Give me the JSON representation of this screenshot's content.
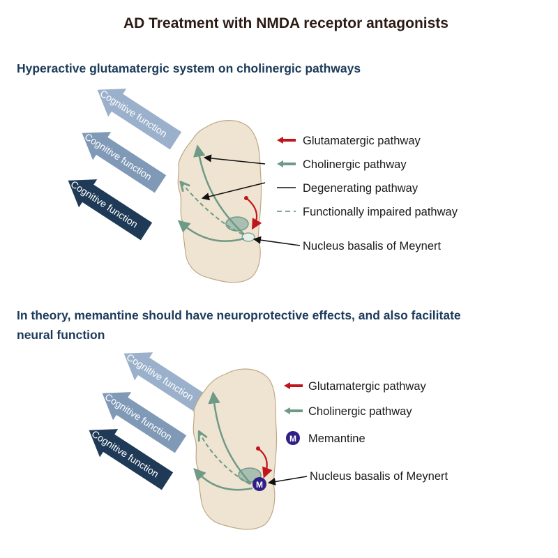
{
  "title": "AD Treatment with NMDA receptor antagonists",
  "panel1": {
    "heading": "Hyperactive glutamatergic system on cholinergic pathways",
    "arrows": [
      "Cognitive function",
      "Cognitive function",
      "Cognitive function"
    ],
    "legend": {
      "glutamatergic": "Glutamatergic pathway",
      "cholinergic": "Cholinergic pathway",
      "degenerating": "Degenerating pathway",
      "impaired": "Functionally impaired pathway",
      "nucleus": "Nucleus basalis of Meynert"
    }
  },
  "panel2": {
    "heading_line1": "In theory, memantine should have neuroprotective effects, and also facilitate",
    "heading_line2": "neural function",
    "arrows": [
      "Cognitive function",
      "Cognitive function",
      "Cognitive function"
    ],
    "legend": {
      "glutamatergic": "Glutamatergic pathway",
      "cholinergic": "Cholinergic pathway",
      "memantine": "Memantine",
      "nucleus": "Nucleus basalis of Meynert"
    },
    "memantine_symbol": "M"
  },
  "colors": {
    "glutamatergic": "#c0151c",
    "cholinergic": "#6f9a86",
    "arrow_light": "#9bb1cb",
    "arrow_mid": "#7f99b6",
    "arrow_dark": "#1f3a57",
    "memantine": "#2f1f86",
    "brain_fill": "#efe4d2"
  }
}
